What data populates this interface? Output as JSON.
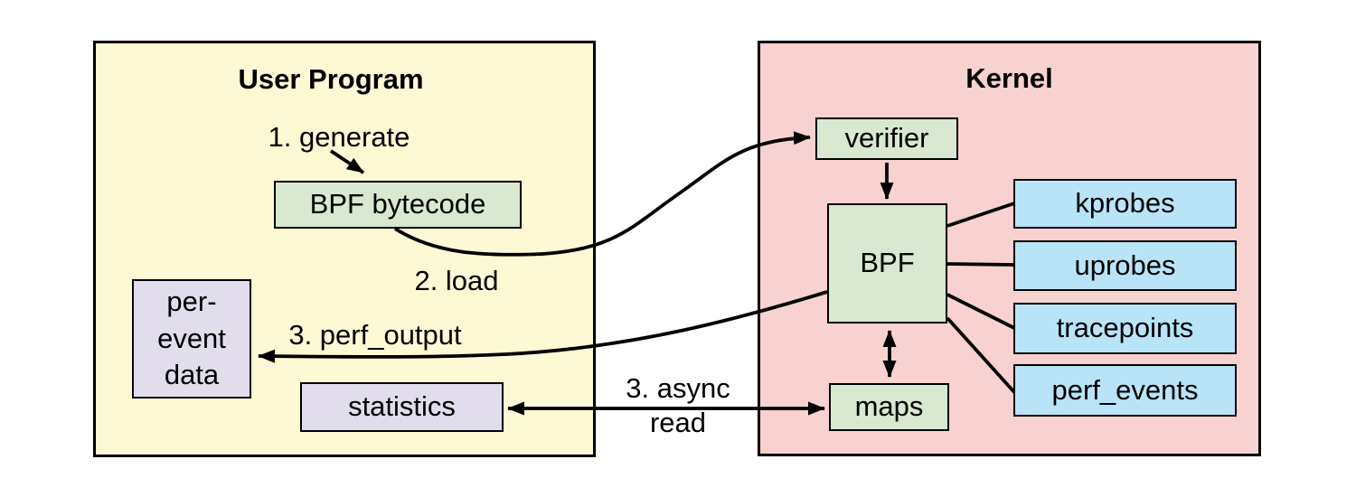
{
  "user_program": {
    "title": "User Program",
    "boxes": {
      "bpf_bytecode": {
        "label": "BPF bytecode"
      },
      "per_event_data": {
        "lines": [
          "per-",
          "event",
          "data"
        ]
      },
      "statistics": {
        "label": "statistics"
      }
    },
    "labels": {
      "generate": "1. generate",
      "load": "2. load",
      "perf_output": "3. perf_output",
      "async_read_line1": "3. async",
      "async_read_line2": "read"
    }
  },
  "kernel": {
    "title": "Kernel",
    "boxes": {
      "verifier": {
        "label": "verifier"
      },
      "bpf": {
        "label": "BPF"
      },
      "maps": {
        "label": "maps"
      },
      "kprobes": {
        "label": "kprobes"
      },
      "uprobes": {
        "label": "uprobes"
      },
      "tracepoints": {
        "label": "tracepoints"
      },
      "perf_events": {
        "label": "perf_events"
      }
    }
  },
  "colors": {
    "user_program_bg": "#FCF9D4",
    "kernel_bg": "#F8D1D1",
    "process_box_bg": "#D9E8D1",
    "event_source_bg": "#B9E4F7",
    "data_box_bg": "#E2DDED",
    "border": "#000000"
  }
}
